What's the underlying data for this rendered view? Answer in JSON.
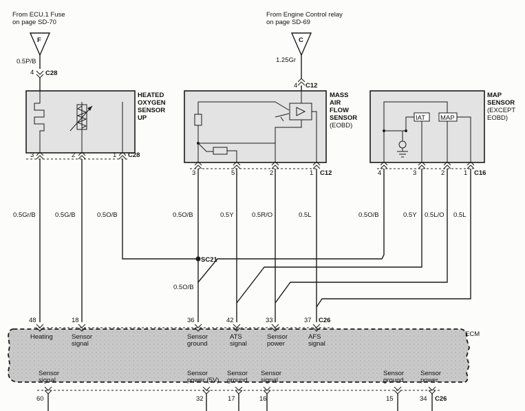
{
  "sources": {
    "left": {
      "line1": "From ECU.1 Fuse",
      "line2": "on page SD-70",
      "letter": "F",
      "wire": "0.5P/B",
      "pin": "4",
      "connector": "C28"
    },
    "right": {
      "line1": "From Engine Control relay",
      "line2": "on page SD-69",
      "letter": "C",
      "wire": "1.25Gr",
      "pin": "4",
      "connector": "C12"
    }
  },
  "components": {
    "o2": {
      "name": [
        "HEATED",
        "OXYGEN",
        "SENSOR",
        "UP"
      ],
      "pins": [
        "3",
        "2",
        "1"
      ],
      "connector": "C28"
    },
    "maf": {
      "name": [
        "MASS",
        "AIR",
        "FLOW",
        "SENSOR"
      ],
      "sub": "(EOBD)",
      "pins": [
        "3",
        "5",
        "2",
        "1"
      ],
      "connector": "C12"
    },
    "map": {
      "name": [
        "MAP",
        "SENSOR"
      ],
      "sub": [
        "(EXCEPT",
        "EOBD)"
      ],
      "pins": [
        "4",
        "3",
        "2",
        "1"
      ],
      "connector": "C16",
      "iat": "IAT",
      "map_label": "MAP"
    }
  },
  "wires": {
    "o2": [
      "0.5Gr/B",
      "0.5G/B",
      "0.5O/B"
    ],
    "maf": [
      "0.5O/B",
      "0.5Y",
      "0.5R/O",
      "0.5L"
    ],
    "map": [
      "0.5O/B",
      "0.5Y",
      "0.5L/O",
      "0.5L"
    ],
    "splice": "SC21",
    "splice_wire": "0.5O/B"
  },
  "ecm": {
    "label": "ECM",
    "top_connector": "C26",
    "bottom_connector": "C26",
    "top_pins": [
      {
        "pin": "48",
        "l1": "Heating",
        "l2": ""
      },
      {
        "pin": "18",
        "l1": "Sensor",
        "l2": "signal"
      },
      {
        "pin": "36",
        "l1": "Sensor",
        "l2": "ground"
      },
      {
        "pin": "42",
        "l1": "ATS",
        "l2": "signal"
      },
      {
        "pin": "33",
        "l1": "Sensor",
        "l2": "power"
      },
      {
        "pin": "37",
        "l1": "AFS",
        "l2": "signal"
      }
    ],
    "bottom_pins": [
      {
        "pin": "60",
        "l1": "Sensor",
        "l2": "signal"
      },
      {
        "pin": "32",
        "l1": "Sensor",
        "l2": "power (5V)"
      },
      {
        "pin": "17",
        "l1": "Sensor",
        "l2": "ground"
      },
      {
        "pin": "16",
        "l1": "Sensor",
        "l2": "signal"
      },
      {
        "pin": "15",
        "l1": "Sensor",
        "l2": "ground"
      },
      {
        "pin": "34",
        "l1": "Sensor",
        "l2": "power"
      }
    ]
  }
}
